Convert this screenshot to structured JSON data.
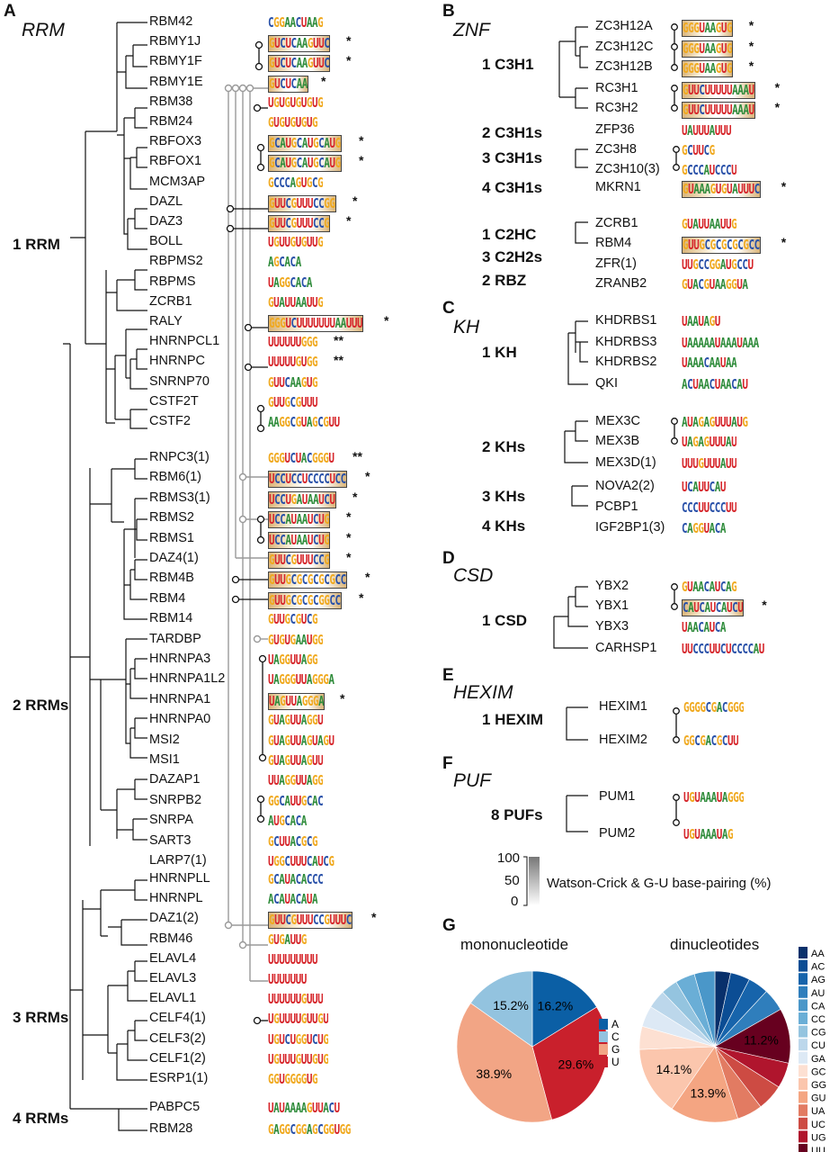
{
  "colors": {
    "A": "#2e8b3a",
    "C": "#2850a8",
    "G": "#f0a91f",
    "U": "#d6262b",
    "box": "#c89a4a"
  },
  "panels": {
    "A": {
      "letter": "A",
      "family": "RRM"
    },
    "B": {
      "letter": "B",
      "family": "ZNF"
    },
    "C": {
      "letter": "C",
      "family": "KH"
    },
    "D": {
      "letter": "D",
      "family": "CSD"
    },
    "E": {
      "letter": "E",
      "family": "HEXIM"
    },
    "F": {
      "letter": "F",
      "family": "PUF"
    },
    "G": {
      "letter": "G"
    }
  },
  "groups": {
    "rrm1": "1 RRM",
    "rrm2": "2 RRMs",
    "rrm3": "3 RRMs",
    "rrm4": "4 RRMs",
    "c3h1": "1 C3H1",
    "c3h1s2": "2 C3H1s",
    "c3h1s3": "3 C3H1s",
    "c3h1s4": "4 C3H1s",
    "c2hc": "1 C2HC",
    "c2h2": "3 C2H2s",
    "rbz": "2 RBZ",
    "kh1": "1 KH",
    "kh2": "2 KHs",
    "kh3": "3 KHs",
    "kh4": "4 KHs",
    "csd": "1 CSD",
    "hexim": "1 HEXIM",
    "puf": "8 PUFs"
  },
  "rrm_rows": [
    {
      "name": "RBM42",
      "motif": "CGGAACUAAG",
      "star": ""
    },
    {
      "name": "RBMY1J",
      "motif": "GUCUCAAGUUC",
      "star": "*"
    },
    {
      "name": "RBMY1F",
      "motif": "GUCUCAAGUUC",
      "star": "*"
    },
    {
      "name": "RBMY1E",
      "motif": "GUCUCAA",
      "star": "*"
    },
    {
      "name": "RBM38",
      "motif": "UGUGUGUGUG",
      "star": ""
    },
    {
      "name": "RBM24",
      "motif": "GUGUGUGUG",
      "star": ""
    },
    {
      "name": "RBFOX3",
      "motif": "GCAUGCAUGCAUG",
      "star": "*"
    },
    {
      "name": "RBFOX1",
      "motif": "GCAUGCAUGCAUG",
      "star": "*"
    },
    {
      "name": "MCM3AP",
      "motif": "GCCCAGUGCG",
      "star": ""
    },
    {
      "name": "DAZL",
      "motif": "GUUCGUUUCCGG",
      "star": "*"
    },
    {
      "name": "DAZ3",
      "motif": "GUUCGUUUCCG",
      "star": "*"
    },
    {
      "name": "BOLL",
      "motif": "UGUUGUGUUG",
      "star": ""
    },
    {
      "name": "RBPMS2",
      "motif": "AGCACA",
      "star": ""
    },
    {
      "name": "RBPMS",
      "motif": "UAGGCACA",
      "star": ""
    },
    {
      "name": "ZCRB1",
      "motif": "GUAUUAAUUG",
      "star": ""
    },
    {
      "name": "RALY",
      "motif": "GGGUCUUUUUUUAAUUU",
      "star": "*"
    },
    {
      "name": "HNRNPCL1",
      "motif": "UUUUUUGGG",
      "star": "**"
    },
    {
      "name": "HNRNPC",
      "motif": "UUUUUGUGG",
      "star": "**"
    },
    {
      "name": "SNRNP70",
      "motif": "GUUCAAGUG",
      "star": ""
    },
    {
      "name": "CSTF2T",
      "motif": "GUUGCGUUU",
      "star": ""
    },
    {
      "name": "CSTF2",
      "motif": "AAGGCGUAGCGUU",
      "star": ""
    },
    {
      "name": "RNPC3(1)",
      "motif": "GGGUCUACGGGU",
      "star": "**"
    },
    {
      "name": "RBM6(1)",
      "motif": "UCCUCCUCCCCUCC",
      "star": "*"
    },
    {
      "name": "RBMS3(1)",
      "motif": "UCCUGAUAAUCU",
      "star": "*"
    },
    {
      "name": "RBMS2",
      "motif": "UCCAUAAUCUG",
      "star": "*"
    },
    {
      "name": "RBMS1",
      "motif": "UCCAUAAUCUG",
      "star": "*"
    },
    {
      "name": "DAZ4(1)",
      "motif": "GUUCGUUUCCG",
      "star": "*"
    },
    {
      "name": "RBM4B",
      "motif": "GUUGCGCGCGCGCC",
      "star": "*"
    },
    {
      "name": "RBM4",
      "motif": "GUUGCGCGCGGCC",
      "star": "*"
    },
    {
      "name": "RBM14",
      "motif": "GUUGCGUCG",
      "star": ""
    },
    {
      "name": "TARDBP",
      "motif": "GUGUGAAUGG",
      "star": ""
    },
    {
      "name": "HNRNPA3",
      "motif": "UAGGUUAGG",
      "star": ""
    },
    {
      "name": "HNRNPA1L2",
      "motif": "UAGGGUUAGGGA",
      "star": ""
    },
    {
      "name": "HNRNPA1",
      "motif": "UAGUUAGGGA",
      "star": "*"
    },
    {
      "name": "HNRNPA0",
      "motif": "GUAGUUAGGU",
      "star": ""
    },
    {
      "name": "MSI2",
      "motif": "GUAGUUAGUAGU",
      "star": ""
    },
    {
      "name": "MSI1",
      "motif": "GUAGUUAGUU",
      "star": ""
    },
    {
      "name": "DAZAP1",
      "motif": "UUAGGUUAGG",
      "star": ""
    },
    {
      "name": "SNRPB2",
      "motif": "GGCAUUGCAC",
      "star": ""
    },
    {
      "name": "SNRPA",
      "motif": "AUGCACA",
      "star": ""
    },
    {
      "name": "SART3",
      "motif": "GCUUACGCG",
      "star": ""
    },
    {
      "name": "LARP7(1)",
      "motif": "UGGCUUUCAUCG",
      "star": ""
    },
    {
      "name": "HNRNPLL",
      "motif": "GCAUACACCC",
      "star": ""
    },
    {
      "name": "HNRNPL",
      "motif": "ACAUACAUA",
      "star": ""
    },
    {
      "name": "DAZ1(2)",
      "motif": "GUUCGUUUCCGUUUC",
      "star": "*"
    },
    {
      "name": "RBM46",
      "motif": "GUGAUUG",
      "star": ""
    },
    {
      "name": "ELAVL4",
      "motif": "UUUUUUUUU",
      "star": ""
    },
    {
      "name": "ELAVL3",
      "motif": "UUUUUUU",
      "star": ""
    },
    {
      "name": "ELAVL1",
      "motif": "UUUUUUGUUU",
      "star": ""
    },
    {
      "name": "CELF4(1)",
      "motif": "UGUUUUGUUGU",
      "star": ""
    },
    {
      "name": "CELF3(2)",
      "motif": "UGUCUGGUCUG",
      "star": ""
    },
    {
      "name": "CELF1(2)",
      "motif": "UGUUUGUUGUG",
      "star": ""
    },
    {
      "name": "ESRP1(1)",
      "motif": "GGUGGGGUG",
      "star": ""
    },
    {
      "name": "PABPC5",
      "motif": "UAUAAAAGUUACU",
      "star": ""
    },
    {
      "name": "RBM28",
      "motif": "GAGGCGGAGCGGUGG",
      "star": ""
    }
  ],
  "znf_rows": [
    {
      "name": "ZC3H12A",
      "motif": "GGGUAAGUG",
      "star": "*"
    },
    {
      "name": "ZC3H12C",
      "motif": "GGGUAAGUG",
      "star": "*"
    },
    {
      "name": "ZC3H12B",
      "motif": "GGGUAAGUG",
      "star": "*"
    },
    {
      "name": "RC3H1",
      "motif": "GUUCUUUUUAAAU",
      "star": "*"
    },
    {
      "name": "RC3H2",
      "motif": "GUUCUUUUUAAAU",
      "star": "*"
    },
    {
      "name": "ZFP36",
      "motif": "UAUUUAUUU",
      "star": ""
    },
    {
      "name": "ZC3H8",
      "motif": "GCUUCG",
      "star": ""
    },
    {
      "name": "ZC3H10(3)",
      "motif": "GCCCAUCCCU",
      "star": ""
    },
    {
      "name": "MKRN1",
      "motif": "GUAAAGUGUAUUUC",
      "star": "*"
    },
    {
      "name": "ZCRB1",
      "motif": "GUAUUAAUUG",
      "star": ""
    },
    {
      "name": "RBM4",
      "motif": "GUUGCGCGCGCGCC",
      "star": "*"
    },
    {
      "name": "ZFR(1)",
      "motif": "UUGCCGGAUGCCU",
      "star": ""
    },
    {
      "name": "ZRANB2",
      "motif": "GUACGUAAGGUA",
      "star": ""
    }
  ],
  "kh_rows": [
    {
      "name": "KHDRBS1",
      "motif": "UAAUAGU",
      "star": ""
    },
    {
      "name": "KHDRBS3",
      "motif": "UAAAAAUAAAUAAA",
      "star": ""
    },
    {
      "name": "KHDRBS2",
      "motif": "UAAACAAUAA",
      "star": ""
    },
    {
      "name": "QKI",
      "motif": "ACUAACUAACAU",
      "star": ""
    },
    {
      "name": "MEX3C",
      "motif": "AUAGAGUUUAUG",
      "star": ""
    },
    {
      "name": "MEX3B",
      "motif": "UAGAGUUUAU",
      "star": ""
    },
    {
      "name": "MEX3D(1)",
      "motif": "UUUGUUUAUU",
      "star": ""
    },
    {
      "name": "NOVA2(2)",
      "motif": "UCAUUCAU",
      "star": ""
    },
    {
      "name": "PCBP1",
      "motif": "CCCUUCCCUU",
      "star": ""
    },
    {
      "name": "IGF2BP1(3)",
      "motif": "CAGGUACA",
      "star": ""
    }
  ],
  "csd_rows": [
    {
      "name": "YBX2",
      "motif": "GUAACAUCAG",
      "star": ""
    },
    {
      "name": "YBX1",
      "motif": "CAUCAUCAUCU",
      "star": "*"
    },
    {
      "name": "YBX3",
      "motif": "UAACAUCA",
      "star": ""
    },
    {
      "name": "CARHSP1",
      "motif": "UUCCCUUCUCCCCAU",
      "star": ""
    }
  ],
  "hexim_rows": [
    {
      "name": "HEXIM1",
      "motif": "GGGGCGACGGG",
      "star": ""
    },
    {
      "name": "HEXIM2",
      "motif": "GGCGACGCUU",
      "star": ""
    }
  ],
  "puf_rows": [
    {
      "name": "PUM1",
      "motif": "UGUAAAUAGGG",
      "star": ""
    },
    {
      "name": "PUM2",
      "motif": "UGUAAAUAG",
      "star": ""
    }
  ],
  "gradient_legend": {
    "ticks": [
      "100",
      "50",
      "0"
    ],
    "label": "Watson-Crick & G-U base-pairing (%)"
  },
  "mono": {
    "title": "mononucleotide",
    "slices": [
      {
        "label": "A",
        "value": 16.2,
        "color": "#0b5fa5",
        "shown": "16.2%"
      },
      {
        "label": "U",
        "value": 29.6,
        "color": "#c9202c",
        "shown": "29.6%"
      },
      {
        "label": "G",
        "value": 38.9,
        "color": "#f2a585",
        "shown": "38.9%"
      },
      {
        "label": "C",
        "value": 15.2,
        "color": "#93c3df",
        "shown": "15.2%"
      }
    ],
    "legend": [
      {
        "label": "A",
        "color": "#0b5fa5"
      },
      {
        "label": "C",
        "color": "#93c3df"
      },
      {
        "label": "G",
        "color": "#f2a585"
      },
      {
        "label": "U",
        "color": "#c9202c"
      }
    ]
  },
  "di": {
    "title": "dinucleotides",
    "shown": {
      "UU": "11.2%",
      "GU": "13.9%",
      "GG": "14.1%"
    },
    "legend": [
      {
        "label": "AA",
        "color": "#08306b"
      },
      {
        "label": "AC",
        "color": "#0b4d94"
      },
      {
        "label": "AG",
        "color": "#1764ab"
      },
      {
        "label": "AU",
        "color": "#2f7ebc"
      },
      {
        "label": "CA",
        "color": "#4a97c9"
      },
      {
        "label": "CC",
        "color": "#6aaed6"
      },
      {
        "label": "CG",
        "color": "#94c4df"
      },
      {
        "label": "CU",
        "color": "#bcd7eb"
      },
      {
        "label": "GA",
        "color": "#dde9f5"
      },
      {
        "label": "GC",
        "color": "#fde0d2"
      },
      {
        "label": "GG",
        "color": "#fbc6ad"
      },
      {
        "label": "GU",
        "color": "#f4a582"
      },
      {
        "label": "UA",
        "color": "#e27b62"
      },
      {
        "label": "UC",
        "color": "#cd4b43"
      },
      {
        "label": "UG",
        "color": "#b0152d"
      },
      {
        "label": "UU",
        "color": "#67001f"
      }
    ]
  },
  "chart_data": [
    {
      "type": "pie",
      "title": "mononucleotide",
      "categories": [
        "A",
        "C",
        "G",
        "U"
      ],
      "values": [
        16.2,
        15.2,
        38.9,
        29.6
      ]
    },
    {
      "type": "pie",
      "title": "dinucleotides",
      "categories": [
        "AA",
        "AC",
        "AG",
        "AU",
        "CA",
        "CC",
        "CG",
        "CU",
        "GA",
        "GC",
        "GG",
        "GU",
        "UA",
        "UC",
        "UG",
        "UU"
      ],
      "values": [
        3.2,
        4.0,
        4.2,
        4.6,
        4.2,
        4.0,
        3.4,
        3.8,
        4.3,
        4.7,
        14.1,
        13.9,
        5.2,
        5.4,
        5.2,
        11.2
      ]
    }
  ]
}
